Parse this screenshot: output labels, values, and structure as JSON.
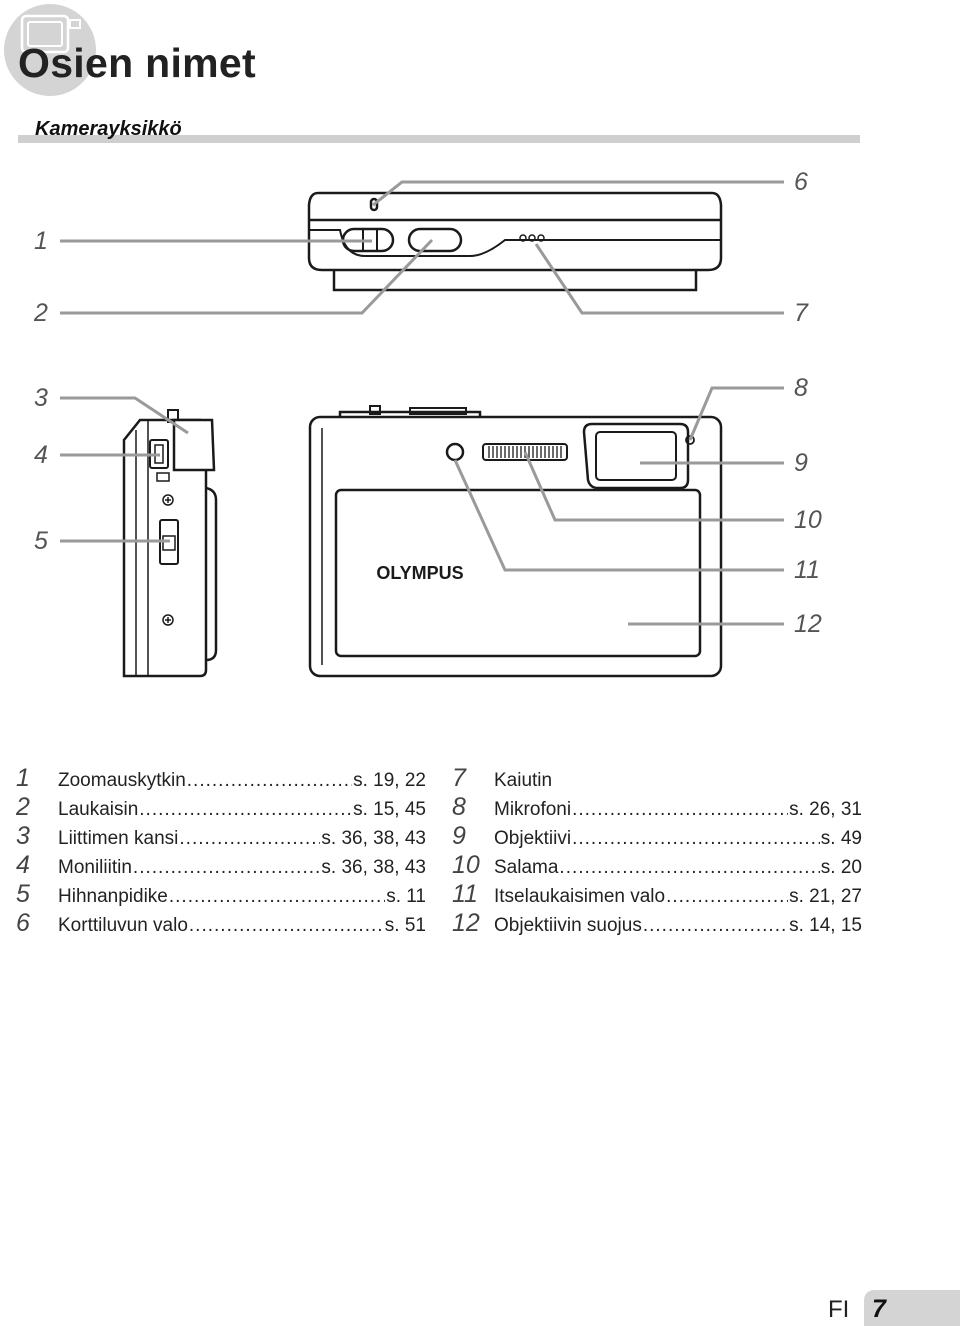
{
  "page_title": "Osien nimet",
  "section_title": "Kamerayksikkö",
  "callouts": [
    "1",
    "2",
    "3",
    "4",
    "5",
    "6",
    "7",
    "8",
    "9",
    "10",
    "11",
    "12"
  ],
  "brand_logo_text": "OLYMPUS",
  "parts": [
    {
      "num": "1",
      "label": "Zoomauskytkin",
      "page": "s. 19, 22"
    },
    {
      "num": "2",
      "label": "Laukaisin",
      "page": "s. 15, 45"
    },
    {
      "num": "3",
      "label": "Liittimen kansi",
      "page": "s. 36, 38, 43"
    },
    {
      "num": "4",
      "label": "Moniliitin",
      "page": "s. 36, 38, 43"
    },
    {
      "num": "5",
      "label": "Hihnanpidike",
      "page": "s. 11"
    },
    {
      "num": "6",
      "label": "Korttiluvun valo",
      "page": "s. 51"
    },
    {
      "num": "7",
      "label": "Kaiutin",
      "page": ""
    },
    {
      "num": "8",
      "label": "Mikrofoni",
      "page": "s. 26, 31"
    },
    {
      "num": "9",
      "label": "Objektiivi",
      "page": "s. 49"
    },
    {
      "num": "10",
      "label": "Salama",
      "page": "s. 20"
    },
    {
      "num": "11",
      "label": "Itselaukaisimen valo",
      "page": "s. 21, 27"
    },
    {
      "num": "12",
      "label": "Objektiivin suojus",
      "page": "s. 14, 15"
    }
  ],
  "footer": {
    "language": "FI",
    "page_number": "7"
  }
}
